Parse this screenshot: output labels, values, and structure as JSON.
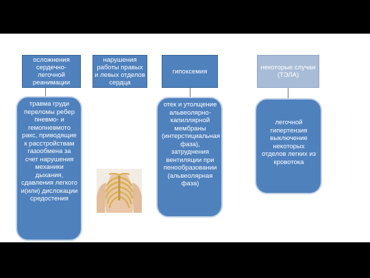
{
  "headers": [
    {
      "label": "осложнения сердечно-легочной реанимации"
    },
    {
      "label": "нарушения работы правых и левых отделов сердца"
    },
    {
      "label": "гипоксемия"
    },
    {
      "label": "некоторые случаи (ТЭЛА)"
    }
  ],
  "bullet_marker": "",
  "pill1": {
    "items": [
      "травма груди",
      "переломы ребер",
      "пневмо- и гемопневмото ракс, приводящие к расстройствам газообмена за счет нарушения механики дыхания, сдавления легкого и(или) дислокации средостения"
    ]
  },
  "pill2": {
    "items": [
      "отек и утолщение альвеолярно-капиллярной мембраны (интерстициальная фаза),",
      "затруднения вентиляции при пенообразовании (альвеолярная фаза)"
    ]
  },
  "pill3": {
    "items": [
      "легочной гипертензия",
      "выключение некоторых отделов легких из кровотока"
    ]
  },
  "colors": {
    "header_dark": "#4f81bd",
    "header_light": "#a9bcd7",
    "pill_fill": "#4f81bd",
    "pill_border": "#c3d3e8"
  }
}
